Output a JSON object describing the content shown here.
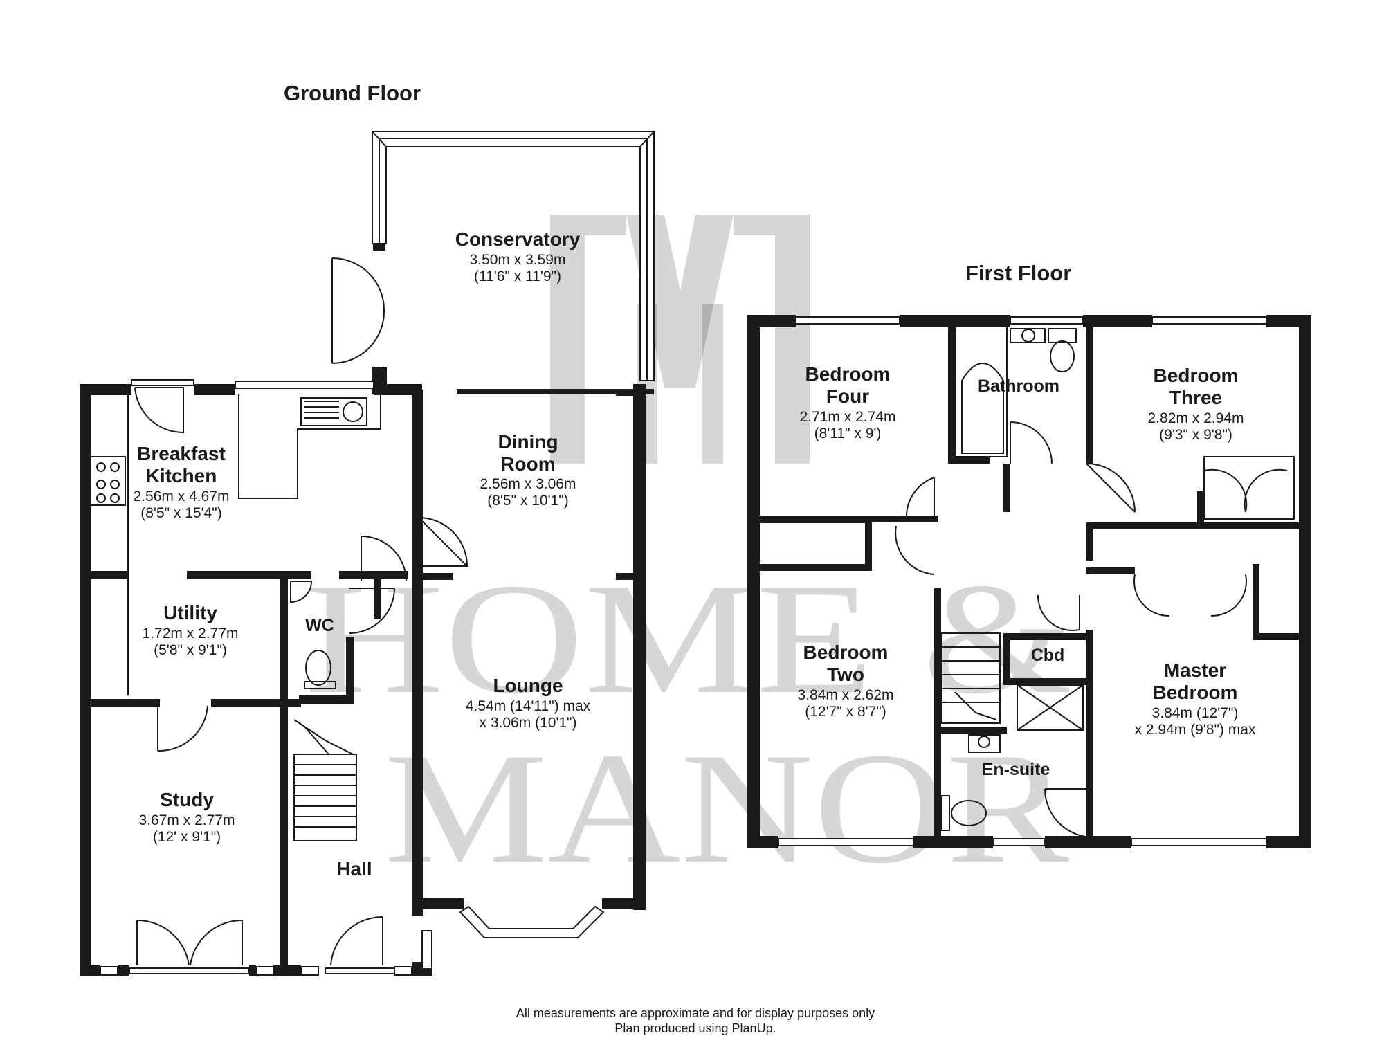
{
  "watermark": {
    "monogram": "HM",
    "line1": "HOME &",
    "line2": "MANOR"
  },
  "floors": [
    {
      "title": "Ground Floor",
      "rooms": [
        {
          "name": [
            "Conservatory"
          ],
          "dims": [
            "3.50m x 3.59m",
            "(11'6\" x 11'9\")"
          ]
        },
        {
          "name": [
            "Breakfast",
            "Kitchen"
          ],
          "dims": [
            "2.56m x 4.67m",
            "(8'5\" x 15'4\")"
          ]
        },
        {
          "name": [
            "Dining",
            "Room"
          ],
          "dims": [
            "2.56m x 3.06m",
            "(8'5\" x 10'1\")"
          ]
        },
        {
          "name": [
            "Utility"
          ],
          "dims": [
            "1.72m x 2.77m",
            "(5'8\" x 9'1\")"
          ]
        },
        {
          "name": [
            "WC"
          ],
          "dims": []
        },
        {
          "name": [
            "Lounge"
          ],
          "dims": [
            "4.54m (14'11\") max",
            "x 3.06m (10'1\")"
          ]
        },
        {
          "name": [
            "Study"
          ],
          "dims": [
            "3.67m x 2.77m",
            "(12' x 9'1\")"
          ]
        },
        {
          "name": [
            "Hall"
          ],
          "dims": []
        }
      ]
    },
    {
      "title": "First Floor",
      "rooms": [
        {
          "name": [
            "Bedroom",
            "Four"
          ],
          "dims": [
            "2.71m x 2.74m",
            "(8'11\" x 9')"
          ]
        },
        {
          "name": [
            "Bathroom"
          ],
          "dims": []
        },
        {
          "name": [
            "Bedroom",
            "Three"
          ],
          "dims": [
            "2.82m x 2.94m",
            "(9'3\" x 9'8\")"
          ]
        },
        {
          "name": [
            "Bedroom",
            "Two"
          ],
          "dims": [
            "3.84m x 2.62m",
            "(12'7\" x 8'7\")"
          ]
        },
        {
          "name": [
            "Cbd"
          ],
          "dims": []
        },
        {
          "name": [
            "Master",
            "Bedroom"
          ],
          "dims": [
            "3.84m (12'7\")",
            "x 2.94m (9'8\") max"
          ]
        },
        {
          "name": [
            "En-suite"
          ],
          "dims": []
        }
      ]
    }
  ],
  "footer": {
    "line1": "All measurements are approximate and for display purposes only",
    "line2": "Plan produced using PlanUp."
  }
}
